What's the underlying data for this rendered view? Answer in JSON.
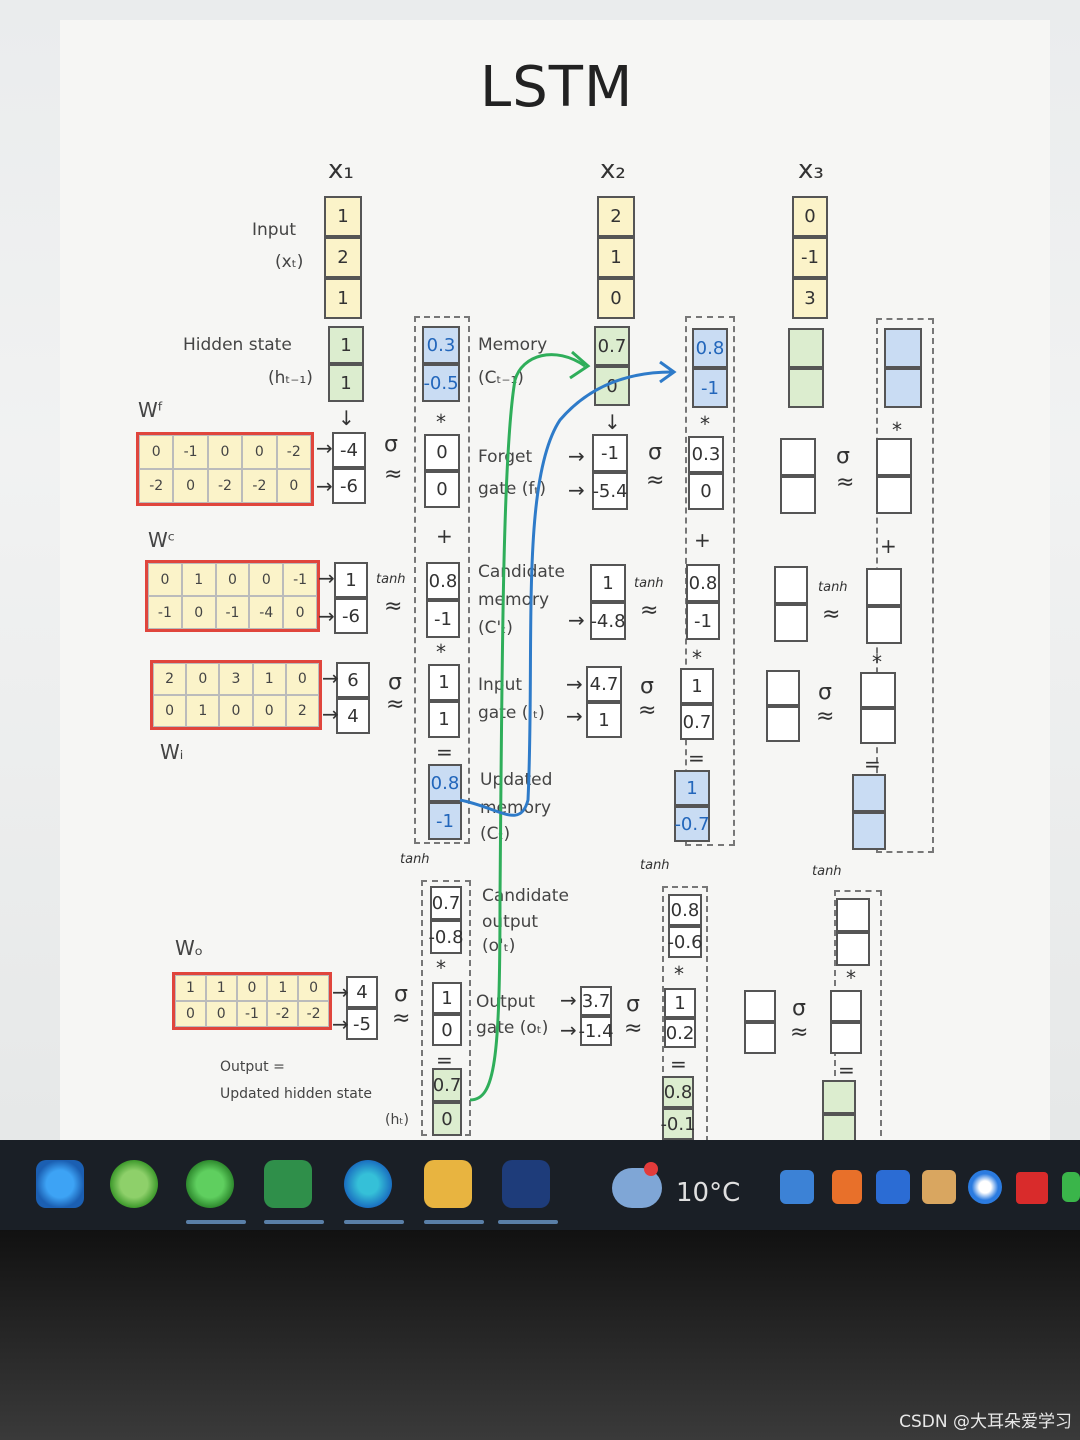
{
  "title": "LSTM",
  "columns": {
    "x1": "x₁",
    "x2": "x₂",
    "x3": "x₃"
  },
  "labels": {
    "input": "Input",
    "input_sym": "(xₜ)",
    "hidden": "Hidden state",
    "hidden_sym": "(hₜ₋₁)",
    "memory": "Memory",
    "memory_sym": "(Cₜ₋₁)",
    "forget": "Forget",
    "forget_sym": "gate (fₜ)",
    "candidate": "Candidate",
    "candidate2": "memory",
    "candidate_sym": "(C'ₜ)",
    "inputgate": "Input",
    "inputgate_sym": "gate (iₜ)",
    "updated": "Updated",
    "updated2": "memory",
    "updated_sym": "(Cₜ)",
    "cand_out": "Candidate",
    "cand_out2": "output",
    "cand_out_sym": "(o'ₜ)",
    "outgate": "Output",
    "outgate_sym": "gate (oₜ)",
    "final1": "Output =",
    "final2": "Updated hidden state",
    "final_sym": "(hₜ)",
    "wf": "Wᶠ",
    "wc": "Wᶜ",
    "wi": "Wᵢ",
    "wo": "Wₒ"
  },
  "symbols": {
    "sigma": "σ",
    "approx": "≈",
    "tanh": "tanh",
    "mul": "*",
    "plus": "+",
    "eq": "=",
    "arrow": "→",
    "down": "↓"
  },
  "x1": {
    "input": [
      "1",
      "2",
      "1"
    ],
    "hidden": [
      "1",
      "1"
    ],
    "memory": [
      "0.3",
      "-0.5"
    ],
    "forget_pre": [
      "-4",
      "-6"
    ],
    "forget": [
      "0",
      "0"
    ],
    "cand_pre": [
      "1",
      "-6"
    ],
    "cand": [
      "0.8",
      "-1"
    ],
    "in_pre": [
      "6",
      "4"
    ],
    "in": [
      "1",
      "1"
    ],
    "updated": [
      "0.8",
      "-1"
    ],
    "cand_out": [
      "0.7",
      "-0.8"
    ],
    "out_pre": [
      "4",
      "-5"
    ],
    "out": [
      "1",
      "0"
    ],
    "h": [
      "0.7",
      "0"
    ]
  },
  "x2": {
    "input": [
      "2",
      "1",
      "0"
    ],
    "hidden": [
      "0.7",
      "0"
    ],
    "memory": [
      "0.8",
      "-1"
    ],
    "forget_pre": [
      "-1",
      "-5.4"
    ],
    "forget": [
      "0.3",
      "0"
    ],
    "cand_pre": [
      "1",
      "-4.8"
    ],
    "cand": [
      "0.8",
      "-1"
    ],
    "in_pre": [
      "4.7",
      "1"
    ],
    "in": [
      "1",
      "0.7"
    ],
    "updated": [
      "1",
      "-0.7"
    ],
    "cand_out": [
      "0.8",
      "-0.6"
    ],
    "out_pre": [
      "3.7",
      "-1.4"
    ],
    "out": [
      "1",
      "0.2"
    ],
    "h": [
      "0.8",
      "-0.1"
    ]
  },
  "x3": {
    "input": [
      "0",
      "-1",
      "3"
    ]
  },
  "weights": {
    "wf": [
      [
        "0",
        "-1",
        "0",
        "0",
        "-2"
      ],
      [
        "-2",
        "0",
        "-2",
        "-2",
        "0"
      ]
    ],
    "wc": [
      [
        "0",
        "1",
        "0",
        "0",
        "-1"
      ],
      [
        "-1",
        "0",
        "-1",
        "-4",
        "0"
      ]
    ],
    "wi": [
      [
        "2",
        "0",
        "3",
        "1",
        "0"
      ],
      [
        "0",
        "1",
        "0",
        "0",
        "2"
      ]
    ],
    "wo": [
      [
        "1",
        "1",
        "0",
        "1",
        "0"
      ],
      [
        "0",
        "0",
        "-1",
        "-2",
        "-2"
      ]
    ]
  },
  "taskbar": {
    "temperature": "10°C"
  },
  "watermark": "CSDN @大耳朵爱学习",
  "colors": {
    "input": "#fbf3c9",
    "hidden": "#dcedcf",
    "memory": "#c9dcf3",
    "weight_border": "#e0453c",
    "green_arrow": "#2fae5a",
    "blue_arrow": "#2e7bc9"
  }
}
